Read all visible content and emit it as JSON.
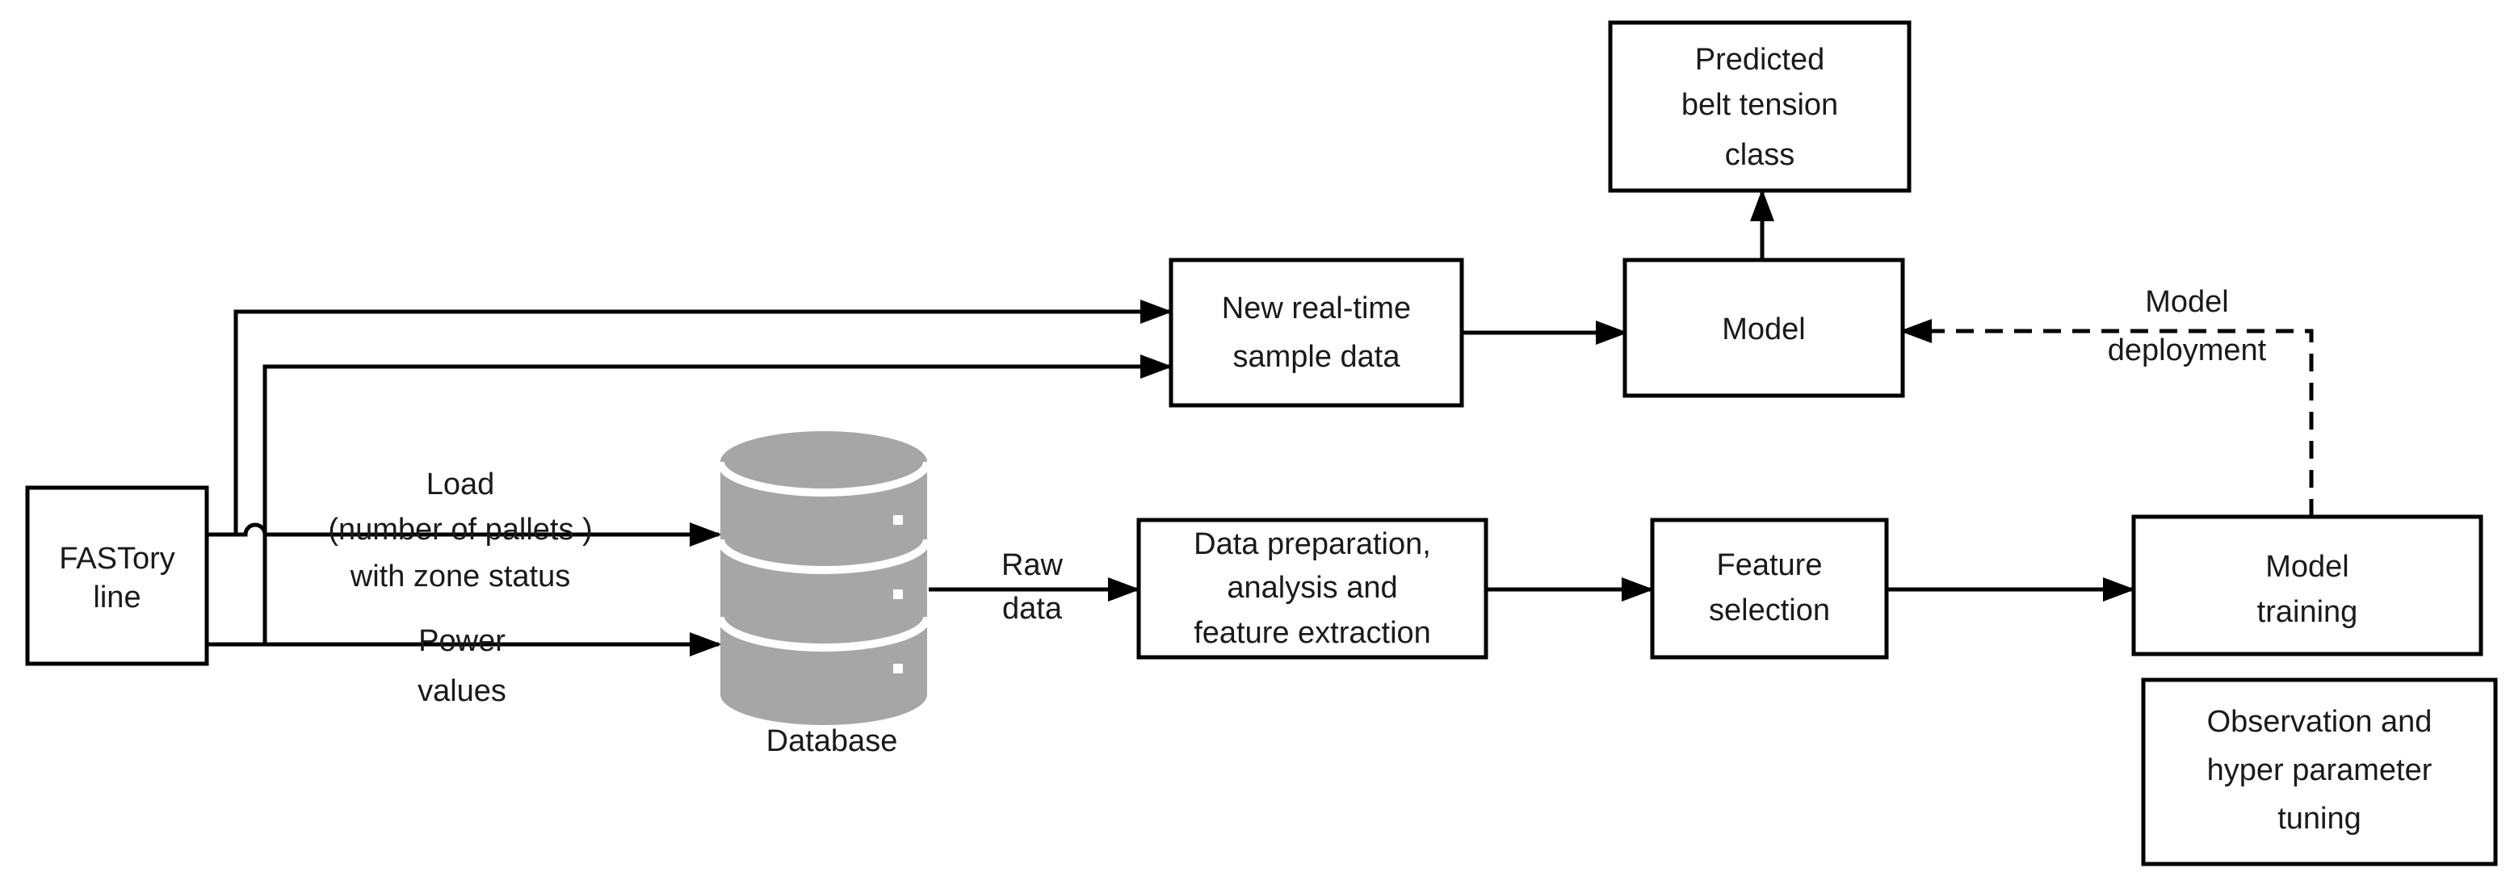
{
  "nodes": {
    "fastory": [
      "FASTory",
      "line"
    ],
    "realtime": [
      "New real-time",
      "sample data"
    ],
    "model": [
      "Model"
    ],
    "predicted": [
      "Predicted",
      "belt tension",
      "class"
    ],
    "prep": [
      "Data preparation,",
      "analysis and",
      "feature extraction"
    ],
    "feature": [
      "Feature",
      "selection"
    ],
    "training": [
      "Model",
      "training"
    ],
    "observation": [
      "Observation and",
      "hyper parameter",
      "tuning"
    ],
    "database": "Database"
  },
  "edge_labels": {
    "load": [
      "Load",
      "(number of pallets )",
      "with zone status"
    ],
    "power": [
      "Power",
      "values"
    ],
    "raw": [
      "Raw",
      "data"
    ],
    "deployment": [
      "Model",
      "deployment"
    ]
  }
}
